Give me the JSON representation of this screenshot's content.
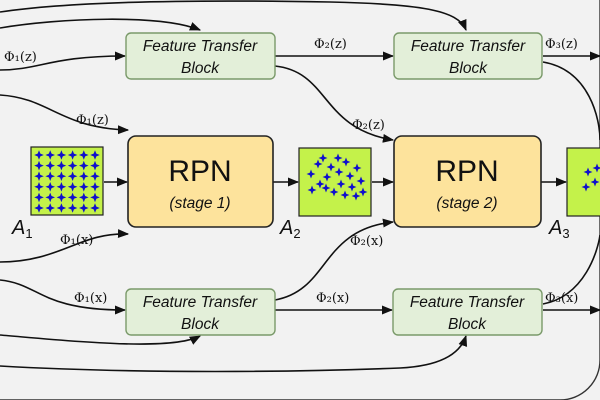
{
  "diagram": {
    "blocks": {
      "ftb_top_1": {
        "line1": "Feature Transfer",
        "line2": "Block"
      },
      "ftb_top_2": {
        "line1": "Feature Transfer",
        "line2": "Block"
      },
      "ftb_bot_1": {
        "line1": "Feature Transfer",
        "line2": "Block"
      },
      "ftb_bot_2": {
        "line1": "Feature Transfer",
        "line2": "Block"
      },
      "rpn_1": {
        "title": "RPN",
        "stage": "(stage 1)"
      },
      "rpn_2": {
        "title": "RPN",
        "stage": "(stage 2)"
      }
    },
    "anchors": {
      "a1": {
        "letter": "A",
        "sub": "1"
      },
      "a2": {
        "letter": "A",
        "sub": "2"
      },
      "a3": {
        "letter": "A",
        "sub": "3"
      }
    },
    "labels": {
      "phi1z_top": "Φ₁(z)",
      "phi2z_top": "Φ₂(z)",
      "phi3z_top": "Φ₃(z)",
      "phi1z_mid": "Φ₁(z)",
      "phi2z_mid": "Φ₂(z)",
      "phi1x_mid": "Φ₁(x)",
      "phi2x_mid": "Φ₂(x)",
      "phi1x_bot": "Φ₁(x)",
      "phi2x_bot": "Φ₂(x)",
      "phi3x_bot": "Φ₃(x)"
    },
    "colors": {
      "ftb_fill": "#e3efd9",
      "ftb_stroke": "#7a9a6a",
      "rpn_fill": "#fde39c",
      "rpn_stroke": "#222222",
      "anchor_fill": "#c4f24a",
      "star_color": "#1010cc",
      "background": "#f2f2f2"
    }
  }
}
